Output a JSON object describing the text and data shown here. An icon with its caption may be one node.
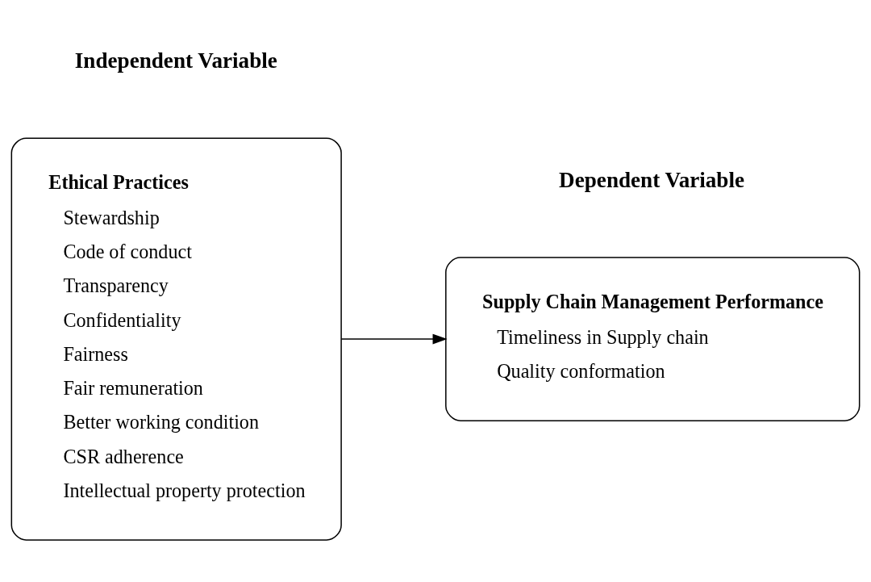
{
  "diagram": {
    "nodes": [
      {
        "text": [
          "Ethical Practices",
          "Stewardship",
          "Code of conduct",
          "Transparency",
          "Confidentiality",
          "Fairness",
          "Fair remuneration",
          "Better working condition",
          "CSR adherence",
          "Intellectual property protection"
        ]
      },
      {
        "text": [
          "Supply Chain Management Performance",
          "Timeliness in Supply chain",
          "Quality conformation"
        ]
      }
    ],
    "edges": [
      {
        "from": 0,
        "to": 1,
        "arrow": "to"
      }
    ],
    "labels": [
      "Dependent Variable",
      "Independent Variable"
    ]
  }
}
